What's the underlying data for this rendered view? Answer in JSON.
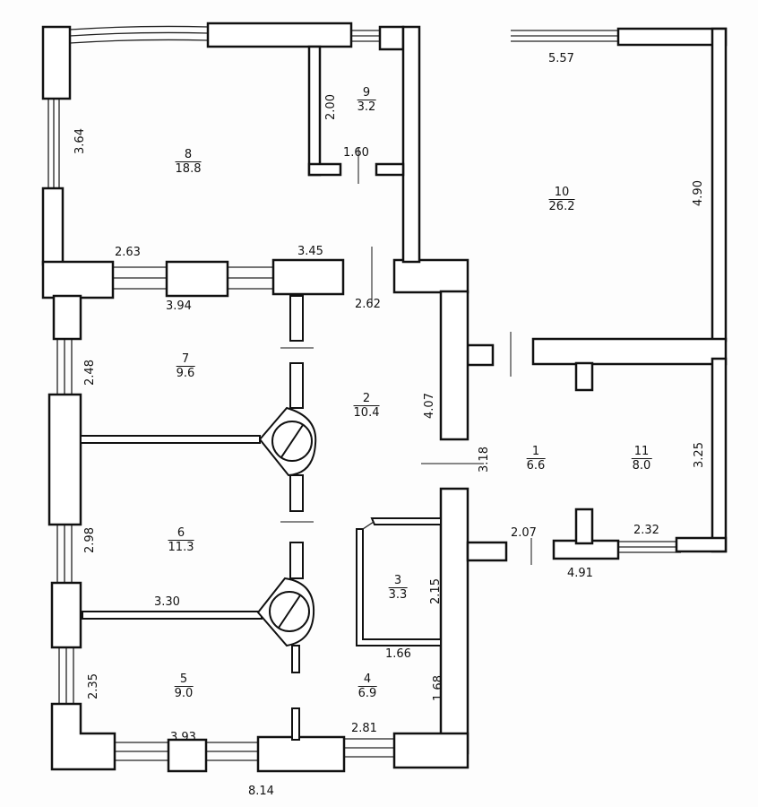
{
  "rooms": [
    {
      "number": "1",
      "area": "6.6"
    },
    {
      "number": "2",
      "area": "10.4"
    },
    {
      "number": "3",
      "area": "3.3"
    },
    {
      "number": "4",
      "area": "6.9"
    },
    {
      "number": "5",
      "area": "9.0"
    },
    {
      "number": "6",
      "area": "11.3"
    },
    {
      "number": "7",
      "area": "9.6"
    },
    {
      "number": "8",
      "area": "18.8"
    },
    {
      "number": "9",
      "area": "3.2"
    },
    {
      "number": "10",
      "area": "26.2"
    },
    {
      "number": "11",
      "area": "8.0"
    }
  ],
  "dimensions": {
    "d_5_57": "5.57",
    "d_4_90": "4.90",
    "d_3_64": "3.64",
    "d_2_00": "2.00",
    "d_1_60": "1.60",
    "d_2_63": "2.63",
    "d_3_45": "3.45",
    "d_3_94": "3.94",
    "d_2_62": "2.62",
    "d_2_48": "2.48",
    "d_4_07": "4.07",
    "d_3_18": "3.18",
    "d_3_25": "3.25",
    "d_2_98": "2.98",
    "d_2_07": "2.07",
    "d_2_32": "2.32",
    "d_4_91": "4.91",
    "d_3_30": "3.30",
    "d_2_15": "2.15",
    "d_1_66": "1.66",
    "d_2_35": "2.35",
    "d_1_68": "1.68",
    "d_3_93": "3.93",
    "d_2_81": "2.81",
    "d_8_14": "8.14"
  }
}
